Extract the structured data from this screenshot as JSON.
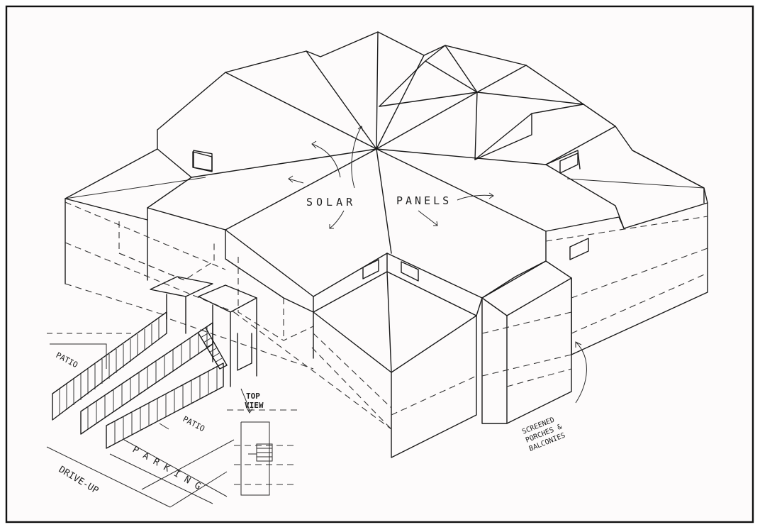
{
  "labels": {
    "solar": "SOLAR",
    "panels": "PANELS",
    "patio_left": "PATIO",
    "patio_right": "PATIO",
    "parking": "PARKING",
    "drive_up": "DRIVE-UP",
    "top_view_1": "TOP",
    "top_view_2": "VIEW",
    "screened_1": "SCREENED",
    "screened_2": "PORCHES &",
    "screened_3": "BALCONIES"
  },
  "colors": {
    "paper": "#fdfbfb",
    "ink": "#1a1a1a"
  }
}
